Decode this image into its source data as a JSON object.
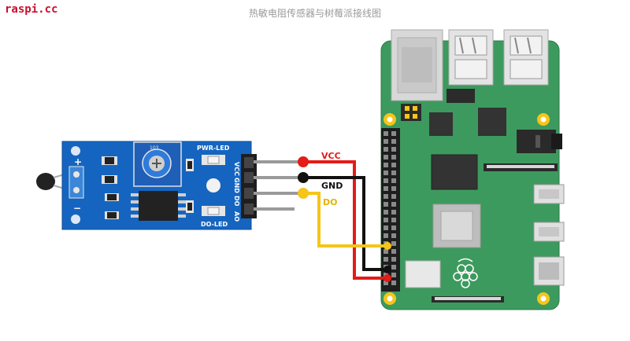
{
  "site_label": "raspi.cc",
  "title": "热敏电阻传感器与树莓派接线图",
  "sensor_labels": {
    "pwr_led": "PWR-LED",
    "do_led": "DO-LED",
    "plus": "+",
    "minus": "−",
    "pot_text": "103",
    "pin_vcc": "VCC",
    "pin_gnd": "GND",
    "pin_do": "DO",
    "pin_ao": "AO"
  },
  "wires": [
    {
      "label": "VCC",
      "color": "#e41b17",
      "label_color": "#e41b17"
    },
    {
      "label": "GND",
      "color": "#111111",
      "label_color": "#111111"
    },
    {
      "label": "DO",
      "color": "#f5c518",
      "label_color": "#e2b400"
    }
  ],
  "colors": {
    "sensor_pcb": "#1565c0",
    "pi_board": "#2e8b57",
    "gold": "#f6c51b"
  }
}
